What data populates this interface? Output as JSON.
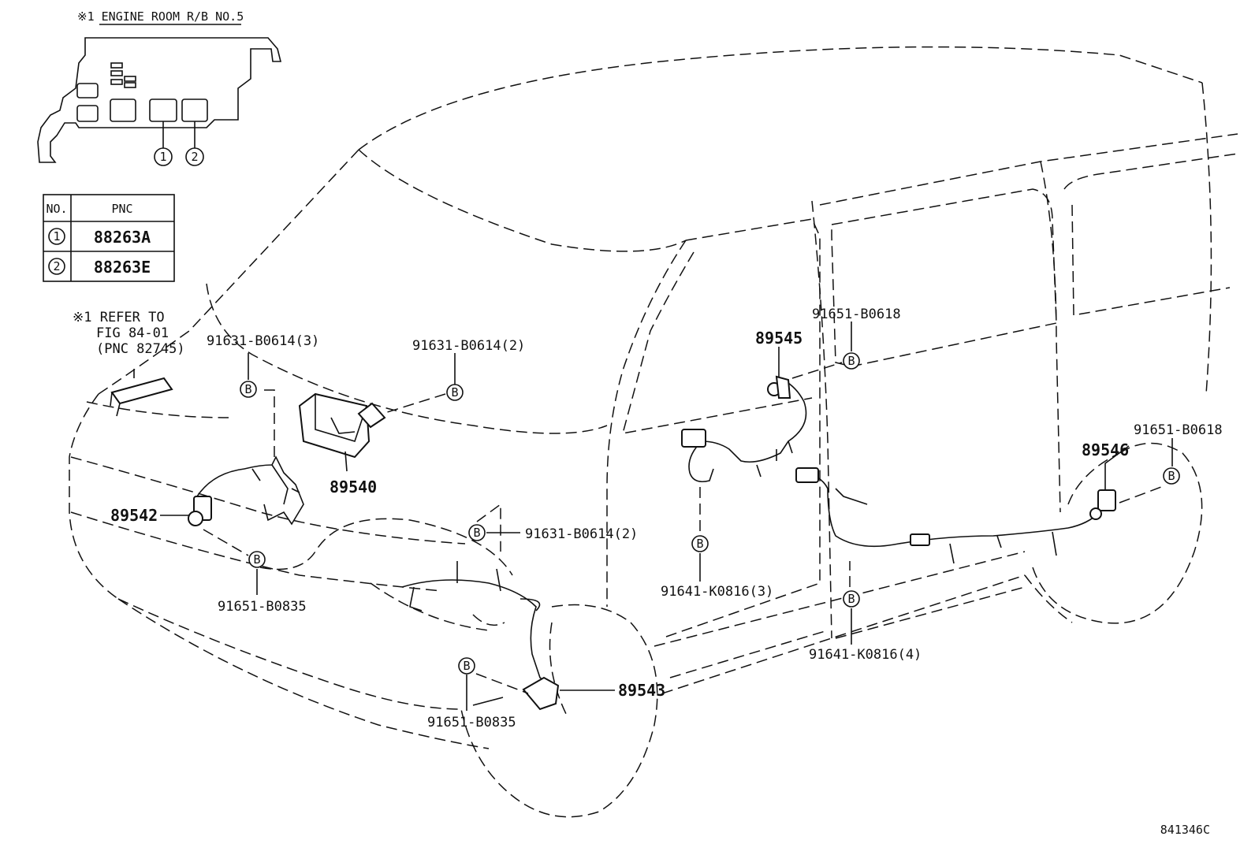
{
  "inset": {
    "title": "※1 ENGINE ROOM R/B NO.5",
    "markers": [
      "1",
      "2"
    ]
  },
  "pnc_table": {
    "headers": [
      "NO.",
      "PNC"
    ],
    "rows": [
      {
        "no": "1",
        "pnc": "88263A"
      },
      {
        "no": "2",
        "pnc": "88263E"
      }
    ]
  },
  "refer_note": {
    "line1": "※1 REFER TO",
    "line2": "FIG 84-01",
    "line3": "(PNC 82745)"
  },
  "bolt_marker": "B",
  "parts": {
    "p89540": "89540",
    "p89542": "89542",
    "p89543": "89543",
    "p89545": "89545",
    "p89546": "89546"
  },
  "fasteners": {
    "f1": "91631-B0614(3)",
    "f2": "91631-B0614(2)",
    "f3": "91631-B0614(2)",
    "f4": "91651-B0835",
    "f5": "91651-B0835",
    "f6": "91651-B0618",
    "f7": "91651-B0618",
    "f8": "91641-K0816(3)",
    "f9": "91641-K0816(4)"
  },
  "figure_code": "841346C"
}
